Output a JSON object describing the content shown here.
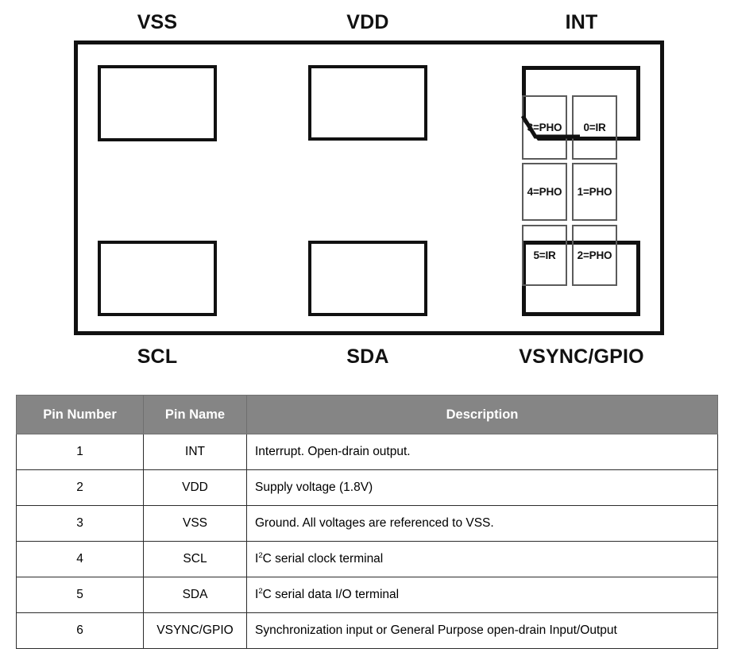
{
  "diagram": {
    "top_labels": [
      {
        "name": "VSS"
      },
      {
        "name": "VDD"
      },
      {
        "name": "INT"
      }
    ],
    "bottom_labels": [
      {
        "name": "SCL"
      },
      {
        "name": "SDA"
      },
      {
        "name": "VSYNC/GPIO"
      }
    ],
    "die_cells": [
      {
        "label": "3=PHO"
      },
      {
        "label": "0=IR"
      },
      {
        "label": "4=PHO"
      },
      {
        "label": "1=PHO"
      },
      {
        "label": "5=IR"
      },
      {
        "label": "2=PHO"
      }
    ],
    "colors": {
      "outline": "#111111",
      "cell_border": "#5b5b5b",
      "background": "#ffffff"
    }
  },
  "table": {
    "headers": {
      "pin_number": "Pin Number",
      "pin_name": "Pin Name",
      "description": "Description"
    },
    "header_bg": "#858585",
    "rows": [
      {
        "number": "1",
        "name": "INT",
        "desc_pre": "Interrupt. Open-drain output.",
        "desc_sup": "",
        "desc_post": ""
      },
      {
        "number": "2",
        "name": "VDD",
        "desc_pre": "Supply voltage (1.8V)",
        "desc_sup": "",
        "desc_post": ""
      },
      {
        "number": "3",
        "name": "VSS",
        "desc_pre": "Ground. All voltages are referenced to VSS.",
        "desc_sup": "",
        "desc_post": ""
      },
      {
        "number": "4",
        "name": "SCL",
        "desc_pre": "I",
        "desc_sup": "2",
        "desc_post": "C serial clock terminal"
      },
      {
        "number": "5",
        "name": "SDA",
        "desc_pre": "I",
        "desc_sup": "2",
        "desc_post": "C serial data I/O terminal"
      },
      {
        "number": "6",
        "name": "VSYNC/GPIO",
        "desc_pre": "Synchronization input or General Purpose open-drain Input/Output",
        "desc_sup": "",
        "desc_post": ""
      }
    ]
  }
}
